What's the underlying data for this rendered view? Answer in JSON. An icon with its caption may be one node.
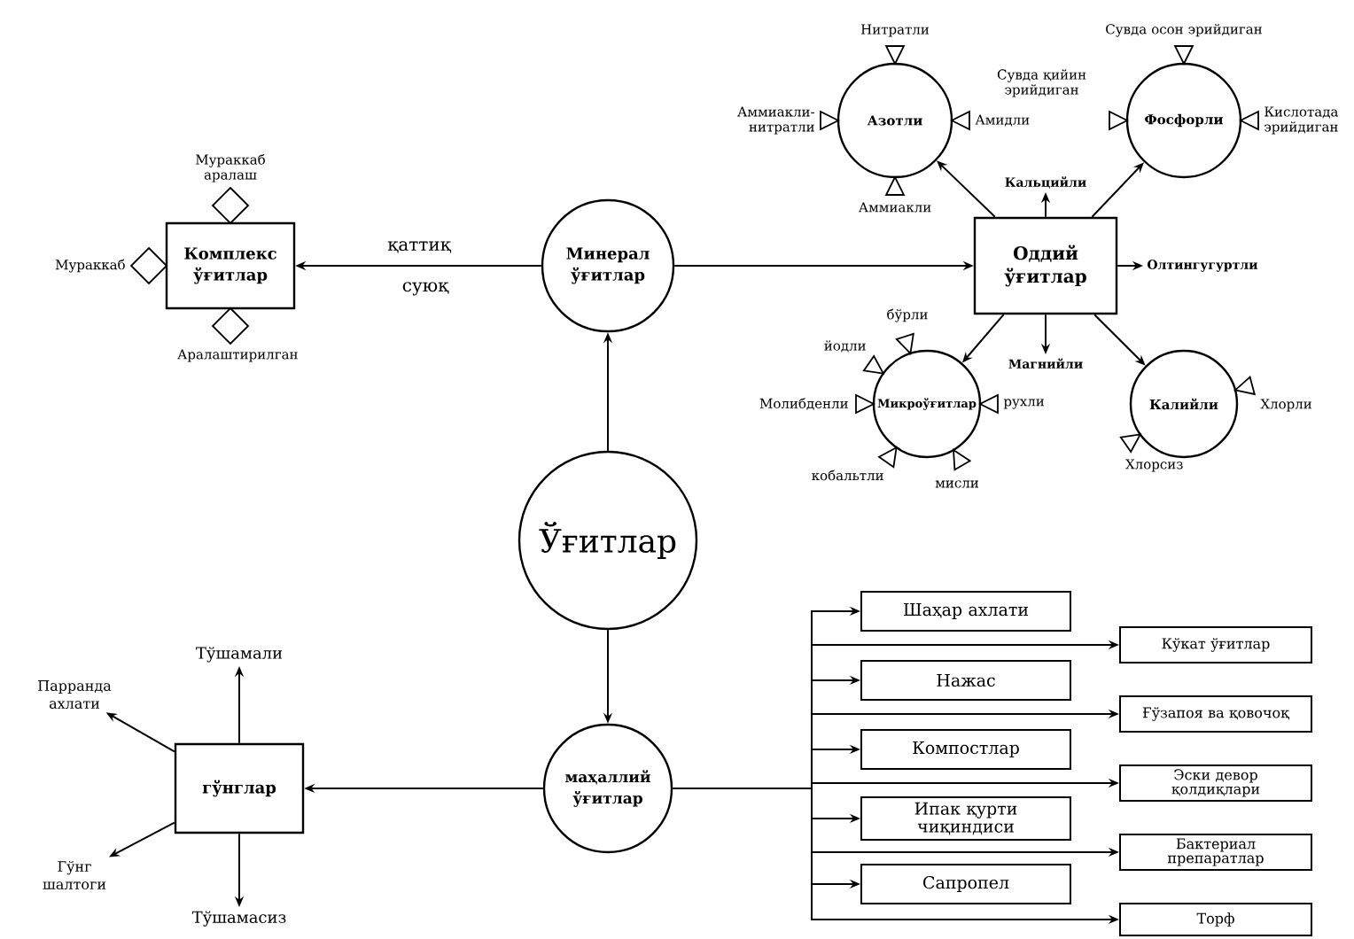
{
  "diagram": {
    "nodes": [
      {
        "text": [
          "Ўғитлар"
        ]
      },
      {
        "text": [
          "Минерал ўғитлар"
        ]
      },
      {
        "text": [
          "Комплекс ўғитлар"
        ]
      },
      {
        "text": [
          "Мураккаб аралаш"
        ]
      },
      {
        "text": [
          "Мураккаб"
        ]
      },
      {
        "text": [
          "Аралаштирилган"
        ]
      },
      {
        "text": [
          "Оддий ўғитлар"
        ]
      },
      {
        "text": [
          "Азотли"
        ]
      },
      {
        "text": [
          "Нитратли"
        ]
      },
      {
        "text": [
          "Аммиакли-нитратли"
        ]
      },
      {
        "text": [
          "Амидли"
        ]
      },
      {
        "text": [
          "Аммиакли"
        ]
      },
      {
        "text": [
          "Кальцийли"
        ]
      },
      {
        "text": [
          "Фосфорли"
        ]
      },
      {
        "text": [
          "Сувда осон эрийдиган"
        ]
      },
      {
        "text": [
          "Сувда қийин эрийдиган"
        ]
      },
      {
        "text": [
          "Кислотада эрийдиган"
        ]
      },
      {
        "text": [
          "Олтингугуртли"
        ]
      },
      {
        "text": [
          "Магнийли"
        ]
      },
      {
        "text": [
          "Микроўғитлар"
        ]
      },
      {
        "text": [
          "бўрли"
        ]
      },
      {
        "text": [
          "йодли"
        ]
      },
      {
        "text": [
          "Молибденли"
        ]
      },
      {
        "text": [
          "рухли"
        ]
      },
      {
        "text": [
          "кобальтли"
        ]
      },
      {
        "text": [
          "мисли"
        ]
      },
      {
        "text": [
          "Калийли"
        ]
      },
      {
        "text": [
          "Хлорли"
        ]
      },
      {
        "text": [
          "Хлорсиз"
        ]
      },
      {
        "text": [
          "маҳаллий ўғитлар"
        ]
      },
      {
        "text": [
          "гўнглар"
        ]
      },
      {
        "text": [
          "Тўшамали"
        ]
      },
      {
        "text": [
          "Парранда ахлати"
        ]
      },
      {
        "text": [
          "Гўнг шалтоги"
        ]
      },
      {
        "text": [
          "Тўшамасиз"
        ]
      },
      {
        "text": [
          "Шаҳар ахлати"
        ]
      },
      {
        "text": [
          "Нажас"
        ]
      },
      {
        "text": [
          "Компостлар"
        ]
      },
      {
        "text": [
          "Ипак қурти чиқиндиси"
        ]
      },
      {
        "text": [
          "Сапропел"
        ]
      },
      {
        "text": [
          "Кўкат ўғитлар"
        ]
      },
      {
        "text": [
          "Ғўзапоя ва қовочоқ"
        ]
      },
      {
        "text": [
          "Эски девор қолдиқлари"
        ]
      },
      {
        "text": [
          "Бактериал препаратлар"
        ]
      },
      {
        "text": [
          "Торф"
        ]
      }
    ],
    "edges": [
      {
        "from": 0,
        "to": 1,
        "arrow": "to"
      },
      {
        "from": 0,
        "to": 29,
        "arrow": "to"
      },
      {
        "from": 1,
        "to": 2,
        "arrow": "to",
        "label": "қаттиқ"
      },
      {
        "from": 1,
        "to": 6,
        "arrow": "to"
      },
      {
        "from": 6,
        "to": 7,
        "arrow": "to"
      },
      {
        "from": 6,
        "to": 12,
        "arrow": "to"
      },
      {
        "from": 6,
        "to": 13,
        "arrow": "to"
      },
      {
        "from": 6,
        "to": 17,
        "arrow": "to"
      },
      {
        "from": 6,
        "to": 18,
        "arrow": "to"
      },
      {
        "from": 6,
        "to": 19,
        "arrow": "to"
      },
      {
        "from": 6,
        "to": 26,
        "arrow": "to"
      },
      {
        "from": 29,
        "to": 30,
        "arrow": "to"
      },
      {
        "from": 30,
        "to": 31,
        "arrow": "to"
      },
      {
        "from": 30,
        "to": 32,
        "arrow": "to"
      },
      {
        "from": 30,
        "to": 33,
        "arrow": "to"
      },
      {
        "from": 30,
        "to": 34,
        "arrow": "to"
      },
      {
        "from": 29,
        "to": 35,
        "arrow": "to"
      },
      {
        "from": 29,
        "to": 36,
        "arrow": "to"
      },
      {
        "from": 29,
        "to": 37,
        "arrow": "to"
      },
      {
        "from": 29,
        "to": 38,
        "arrow": "to"
      },
      {
        "from": 29,
        "to": 39,
        "arrow": "to"
      },
      {
        "from": 29,
        "to": 40,
        "arrow": "to"
      },
      {
        "from": 29,
        "to": 41,
        "arrow": "to"
      },
      {
        "from": 29,
        "to": 42,
        "arrow": "to"
      },
      {
        "from": 29,
        "to": 43,
        "arrow": "to"
      },
      {
        "from": 29,
        "to": 44,
        "arrow": "to"
      }
    ],
    "labels": [
      "суюқ"
    ]
  }
}
